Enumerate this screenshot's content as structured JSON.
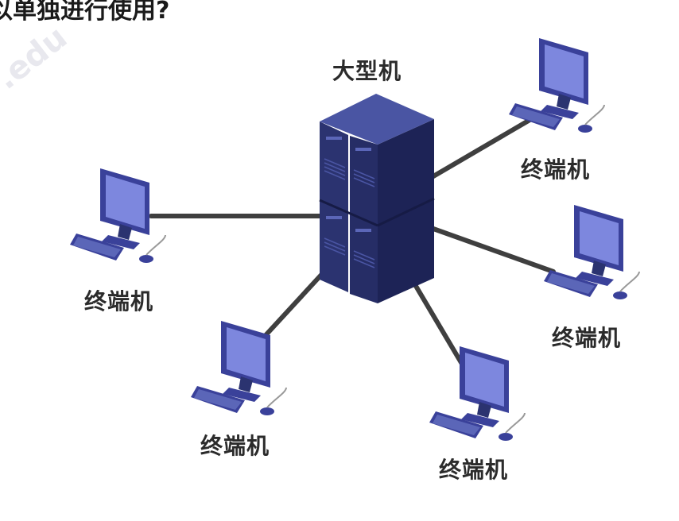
{
  "header_text": "以单独进行使用?",
  "watermark": ".edu",
  "mainframe_label": "大型机",
  "terminal_labels": [
    "终端机",
    "终端机",
    "终端机",
    "终端机",
    "终端机"
  ],
  "colors": {
    "server_front": "#2b3370",
    "server_side": "#1d2356",
    "server_top": "#4a55a3",
    "link": "#3f3f3f",
    "monitor_frame": "#3a419a",
    "monitor_screen": "#7d87de"
  }
}
